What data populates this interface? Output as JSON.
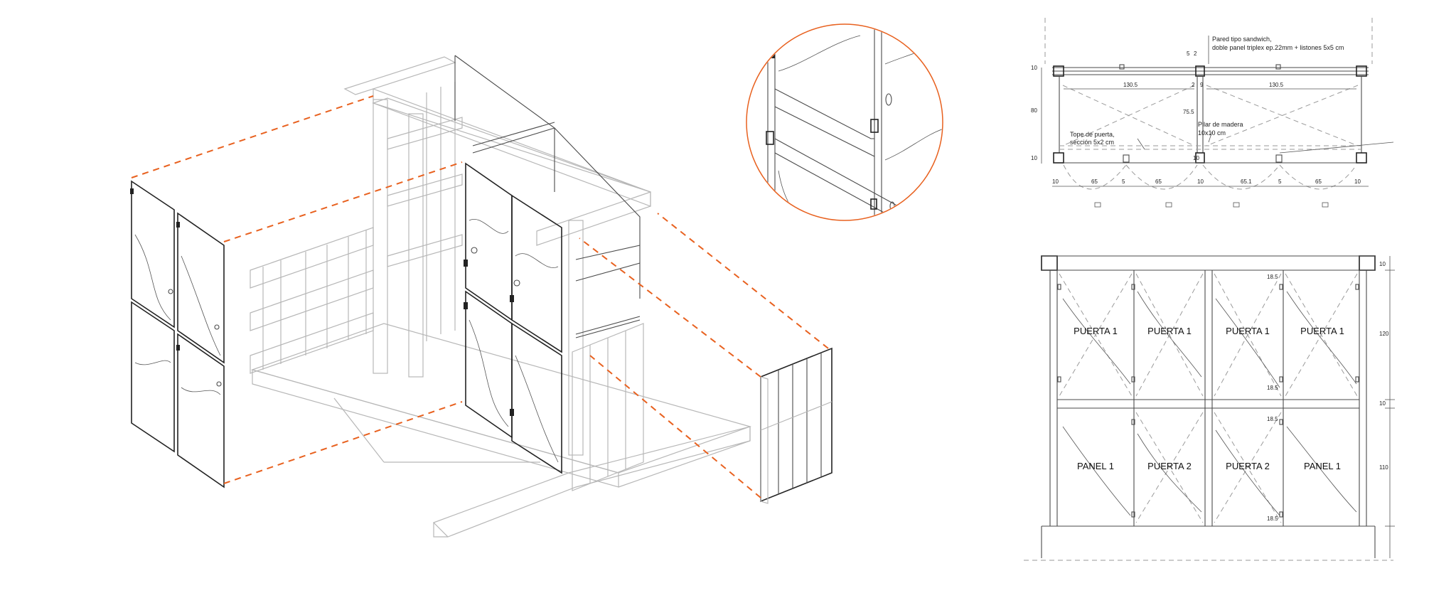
{
  "plan": {
    "wall_note_line1": "Pared tipo sandwich,",
    "wall_note_line2": "doble panel triplex ep.22mm + listones 5x5 cm",
    "pillar_note_line1": "Pilar de madera",
    "pillar_note_line2": "10x10 cm",
    "stop_note_line1": "Tope de puerta,",
    "stop_note_line2": "sección 5x2 cm",
    "dims": {
      "top_left_span": "130.5",
      "top_right_span": "130.5",
      "d5": "5",
      "d2": "2",
      "d2b": "2",
      "d9": "9",
      "d755": "75.5",
      "d80": "80",
      "d10a": "10",
      "d10b": "10",
      "d10c": "10",
      "b10a": "10",
      "b65a": "65",
      "b5a": "5",
      "b65b": "65",
      "b10b": "10",
      "b651": "65.1",
      "b5b": "5",
      "b65c": "65",
      "b10c": "10"
    }
  },
  "elevation": {
    "panels": [
      {
        "label": "PUERTA 1"
      },
      {
        "label": "PUERTA 1"
      },
      {
        "label": "PUERTA 1"
      },
      {
        "label": "PUERTA 1"
      },
      {
        "label": "PANEL 1"
      },
      {
        "label": "PUERTA 2"
      },
      {
        "label": "PUERTA 2"
      },
      {
        "label": "PANEL 1"
      }
    ],
    "dims": {
      "h10top": "10",
      "h120": "120",
      "h10mid": "10",
      "h110": "110",
      "d185a": "18.5",
      "d185b": "18.5",
      "d185c": "18.5",
      "d185d": "18.5"
    }
  },
  "colors": {
    "accent": "#e8611f",
    "line": "#4a4a4a",
    "light": "#b7b7b7"
  }
}
